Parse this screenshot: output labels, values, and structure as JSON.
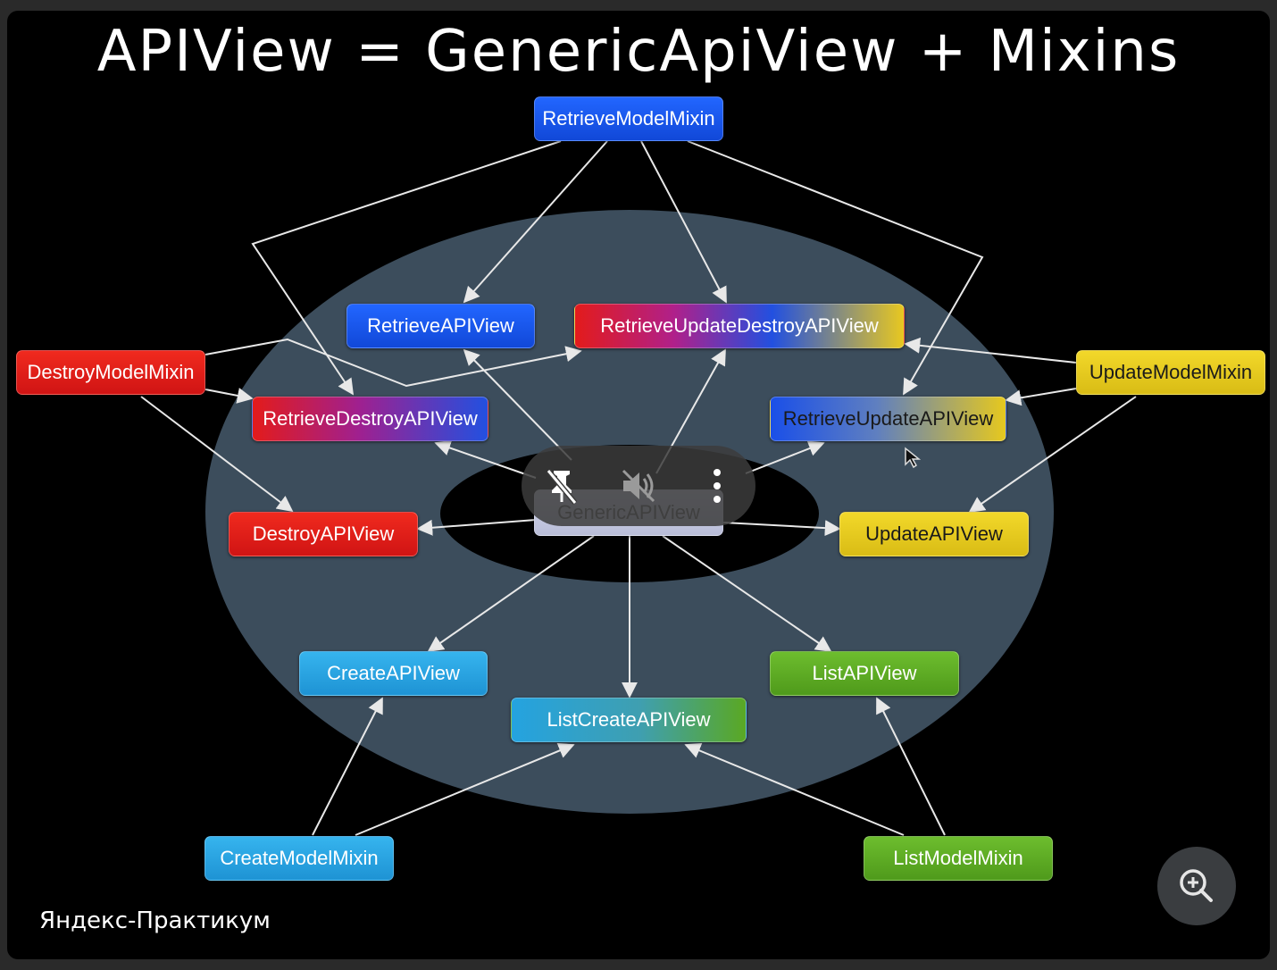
{
  "title": "APIView = GenericApiView + Mixins",
  "brand": "Яндекс-Практикум",
  "nodes": {
    "retrieve_model_mixin": "RetrieveModelMixin",
    "retrieve_api_view": "RetrieveAPIView",
    "retrieve_update_destroy_api_view": "RetrieveUpdateDestroyAPIView",
    "destroy_model_mixin": "DestroyModelMixin",
    "update_model_mixin": "UpdateModelMixin",
    "retrieve_destroy_api_view": "RetrieveDestroyAPIView",
    "retrieve_update_api_view": "RetrieveUpdateAPIView",
    "generic_api_view": "GenericAPIView",
    "destroy_api_view": "DestroyAPIView",
    "update_api_view": "UpdateAPIView",
    "create_api_view": "CreateAPIView",
    "list_api_view": "ListAPIView",
    "list_create_api_view": "ListCreateAPIView",
    "create_model_mixin": "CreateModelMixin",
    "list_model_mixin": "ListModelMixin"
  },
  "colors": {
    "blue": "#1150e6",
    "red": "#e31b1b",
    "yellow": "#e6c81e",
    "cyan": "#24a3e0",
    "green": "#5aa823",
    "ellipse": "#3c4d5c"
  },
  "video_controls": {
    "icons": [
      "unpin-icon",
      "mute-icon",
      "more-vertical-icon"
    ]
  },
  "zoom_button": {
    "icon": "zoom-in-icon"
  }
}
